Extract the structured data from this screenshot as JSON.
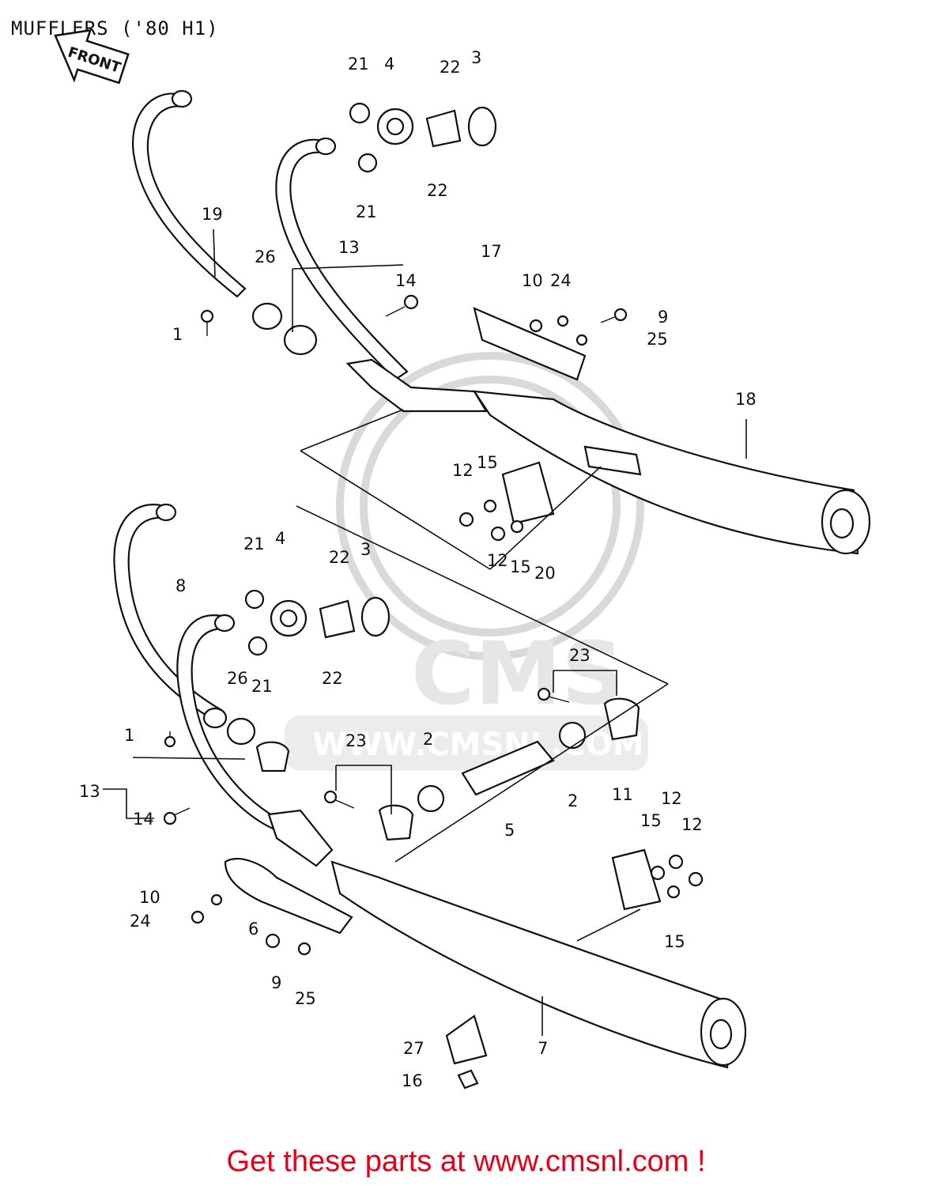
{
  "title": "MUFFLERS ('80 H1)",
  "front_arrow_label": "FRONT",
  "watermark": {
    "logo": "CMS",
    "url": "WWW.CMSNL.COM"
  },
  "footer": {
    "text": "Get these parts at www.cmsnl.com !",
    "color": "#e2001a"
  },
  "callouts": {
    "upper": [
      "21",
      "4",
      "22",
      "3",
      "22",
      "21",
      "19",
      "26",
      "13",
      "14",
      "17",
      "10",
      "24",
      "9",
      "25",
      "1",
      "18",
      "12",
      "15",
      "12",
      "15",
      "20"
    ],
    "lower": [
      "21",
      "4",
      "22",
      "3",
      "8",
      "26",
      "21",
      "22",
      "23",
      "1",
      "23",
      "2",
      "13",
      "14",
      "2",
      "5",
      "11",
      "12",
      "15",
      "12",
      "10",
      "24",
      "6",
      "9",
      "25",
      "15",
      "7",
      "27",
      "16"
    ]
  }
}
